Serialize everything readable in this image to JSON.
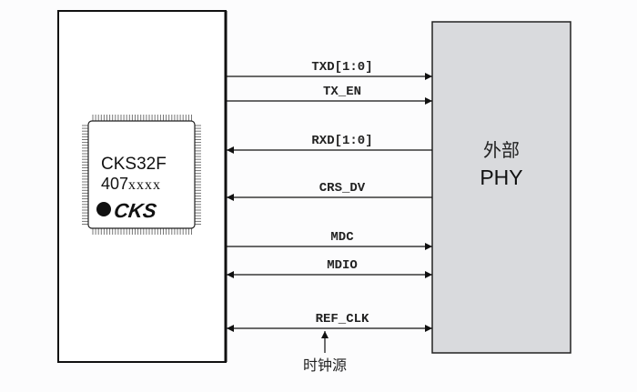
{
  "mcu": {
    "part_line1": "CKS32F",
    "part_line2_prefix": "407",
    "part_line2_suffix": "xxxx",
    "logo_text": "CKS"
  },
  "phy": {
    "line1": "外部",
    "line2": "PHY"
  },
  "signals": [
    {
      "name": "TXD[1:0]",
      "direction": "to-phy"
    },
    {
      "name": "TX_EN",
      "direction": "to-phy"
    },
    {
      "name": "RXD[1:0]",
      "direction": "to-mcu"
    },
    {
      "name": "CRS_DV",
      "direction": "to-mcu"
    },
    {
      "name": "MDC",
      "direction": "to-phy"
    },
    {
      "name": "MDIO",
      "direction": "bidirectional"
    },
    {
      "name": "REF_CLK",
      "direction": "bidirectional"
    }
  ],
  "clock_source": {
    "label": "时钟源"
  },
  "colors": {
    "line": "#111111",
    "phy_fill": "#d9dadd",
    "mcu_fill": "#ffffff"
  }
}
